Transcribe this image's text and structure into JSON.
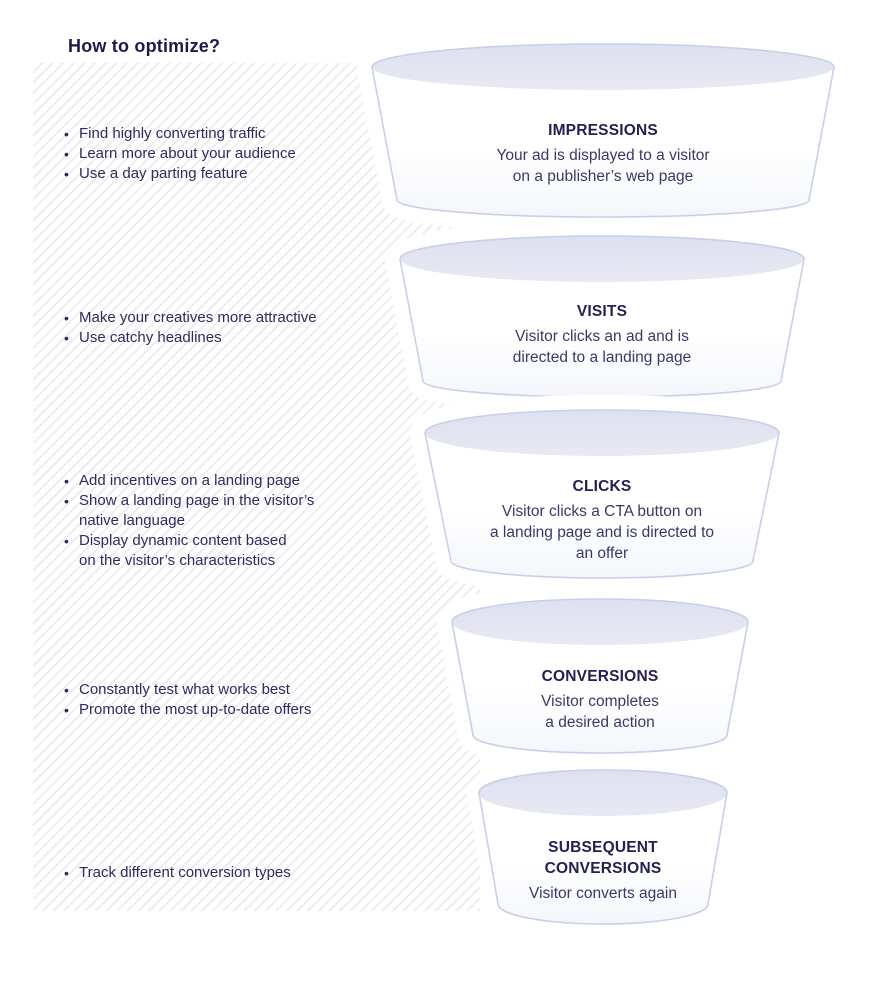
{
  "header": {
    "title": "How to optimize?"
  },
  "ui": {
    "bullet_char": "•"
  },
  "colors": {
    "title_navy": "#1d1a4b",
    "text_navy": "#2e2c5f",
    "stage_title_navy": "#232054",
    "stage_desc_navy": "#3a3867",
    "ellipse_fill": "#e2e4f1",
    "funnel_outline": "#c7d0e8",
    "hatch_stripe": "#ededf1"
  },
  "tips": {
    "groups": [
      {
        "items": [
          "Find highly converting traffic",
          "Learn more about your audience",
          "Use a day parting feature"
        ]
      },
      {
        "items": [
          "Make your creatives more attractive",
          "Use catchy headlines"
        ]
      },
      {
        "items": [
          "Add incentives on a landing page",
          "Show a landing page in the visitor’s\nnative language",
          "Display dynamic content based\non the visitor’s characteristics"
        ]
      },
      {
        "items": [
          "Constantly test what works best",
          "Promote the most up-to-date offers"
        ]
      },
      {
        "items": [
          "Track different conversion types"
        ]
      }
    ]
  },
  "funnel": {
    "stages": [
      {
        "title": "IMPRESSIONS",
        "description": "Your ad is displayed to a visitor\non a publisher’s web page"
      },
      {
        "title": "VISITS",
        "description": "Visitor clicks an ad and is\ndirected to a landing page"
      },
      {
        "title": "CLICKS",
        "description": "Visitor clicks a CTA button on\na landing page and is directed to\nan offer"
      },
      {
        "title": "CONVERSIONS",
        "description": "Visitor completes\na desired action"
      },
      {
        "title": "SUBSEQUENT\nCONVERSIONS",
        "description": "Visitor converts again"
      }
    ]
  }
}
